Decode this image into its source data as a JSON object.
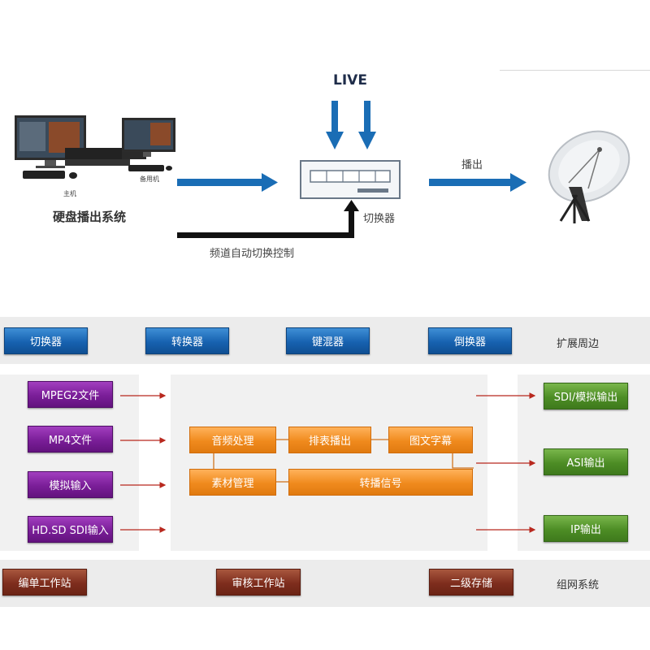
{
  "diagram": {
    "live_label": "LIVE",
    "output_label": "播出",
    "switcher_label": "切换器",
    "control_label": "频道自动切换控制",
    "hdd_system_label": "硬盘播出系统",
    "main_pc_label": "主机",
    "backup_pc_label": "备用机",
    "arrow_color": "#1a6db5"
  },
  "peripherals": {
    "buttons": [
      "切换器",
      "转换器",
      "键混器",
      "倒换器"
    ],
    "side_label": "扩展周边"
  },
  "inputs": [
    "MPEG2文件",
    "MP4文件",
    "模拟输入",
    "HD.SD SDI输入"
  ],
  "core": {
    "audio_processing": "音频处理",
    "schedule_playout": "排表播出",
    "graphics_subtitles": "图文字幕",
    "media_management": "素材管理",
    "relay_signal": "转播信号"
  },
  "outputs": [
    "SDI/模拟输出",
    "ASI输出",
    "IP输出"
  ],
  "network": {
    "buttons": [
      "编单工作站",
      "审核工作站",
      "二级存储"
    ],
    "side_label": "组网系统"
  }
}
